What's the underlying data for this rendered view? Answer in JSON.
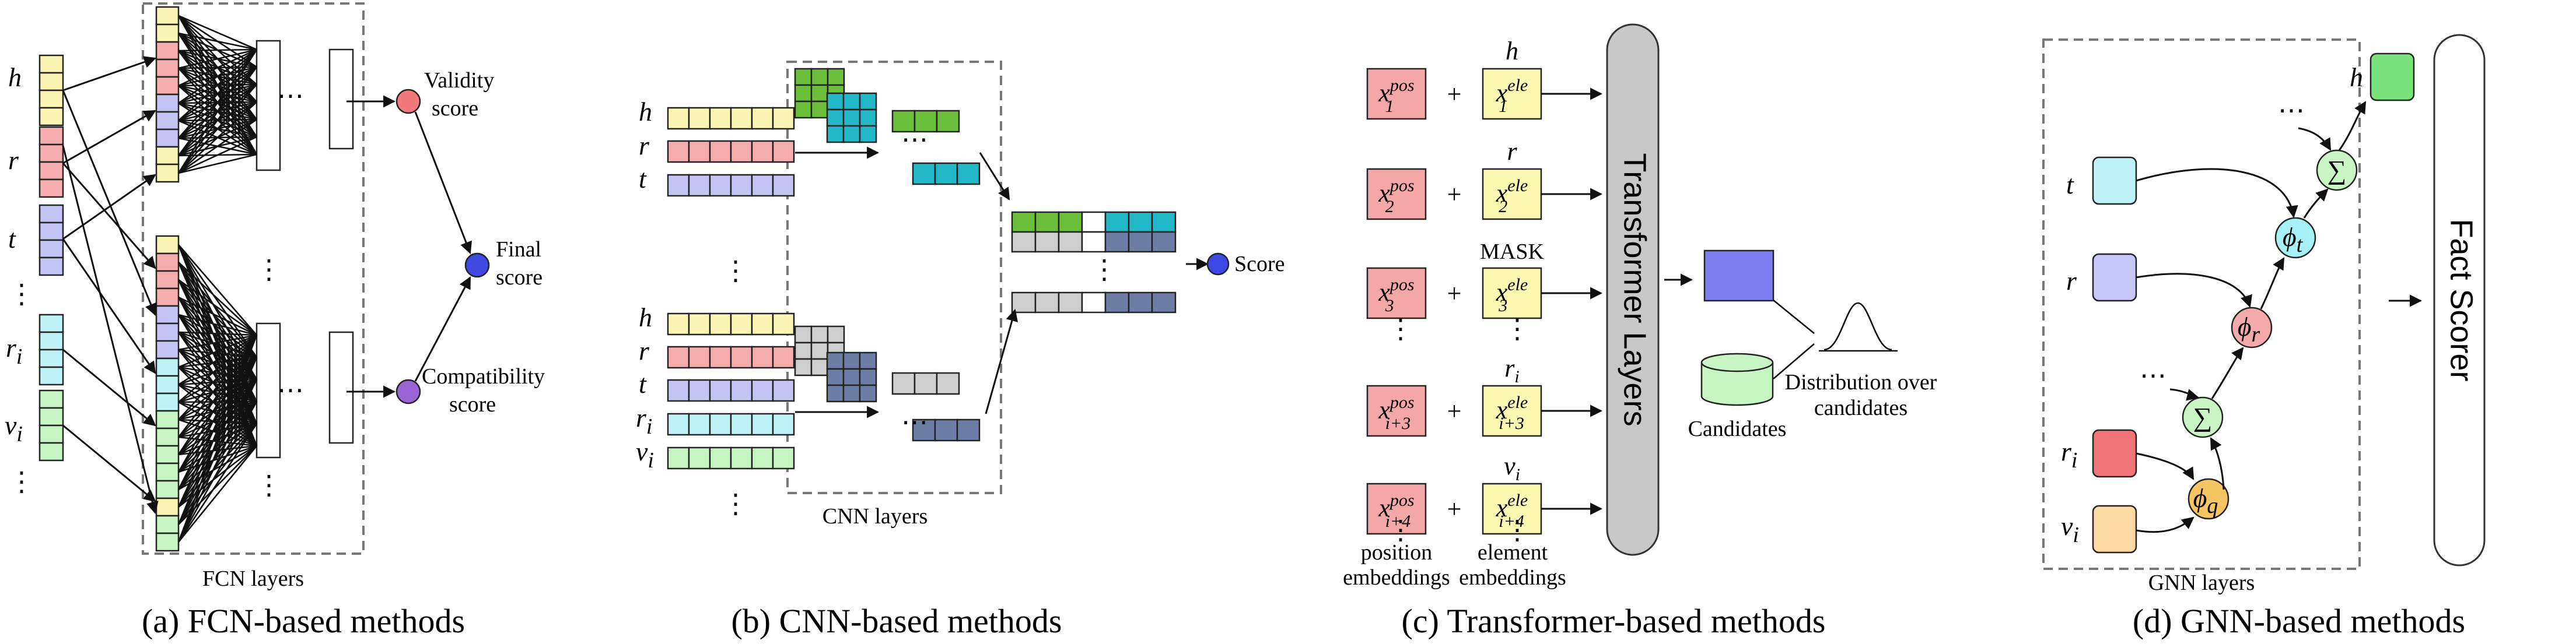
{
  "colors": {
    "yellow": "#faf5b2",
    "red": "#f4acac",
    "blue": "#c4c4f4",
    "cyan": "#bff2f6",
    "green": "#c6f4c2",
    "darkgreen": "#6cbf3a",
    "teal": "#22b8c8",
    "gray": "#cfcfcf",
    "slate": "#6d7ea6",
    "maskblue": "#7b7ff0",
    "posred": "#f4a7a7",
    "eleyellow": "#fbf6b0",
    "transformer": "#c8c8c8",
    "validity": "#f27a7a",
    "final": "#3d49e0",
    "compat": "#9a63d6",
    "phi_cyan": "#a6f1f5",
    "phi_red": "#f4aaaa",
    "phi_orange": "#f5c463",
    "sum_green": "#c9f5c5",
    "h_green": "#7be37b",
    "t_cyan": "#bdf3f8",
    "r_blue": "#c8c6f8",
    "ri_red": "#f07478",
    "vi_orange": "#fbd7a2"
  },
  "panel_a": {
    "inputs": [
      "h",
      "r",
      "t",
      "r",
      "v"
    ],
    "input_subs": [
      "",
      "",
      "",
      "i",
      "i"
    ],
    "vdots": "⋮",
    "hdots": "⋯",
    "layer_label": "FCN layers",
    "validity": [
      "Validity",
      "score"
    ],
    "final": [
      "Final",
      "score"
    ],
    "compat": [
      "Compatibility",
      "score"
    ],
    "caption": "(a) FCN-based methods"
  },
  "panel_b": {
    "inputs": [
      "h",
      "r",
      "t"
    ],
    "inputs2": [
      "h",
      "r",
      "t",
      "r",
      "v"
    ],
    "input2_subs": [
      "",
      "",
      "",
      "i",
      "i"
    ],
    "vdots": "⋮",
    "hdots": "⋯",
    "layer_label": "CNN layers",
    "score": "Score",
    "caption": "(b) CNN-based methods"
  },
  "panel_c": {
    "pos_base": "x",
    "pos_sup": "pos",
    "ele_sup": "ele",
    "subs": [
      "1",
      "2",
      "3",
      "i+3",
      "i+4"
    ],
    "above": [
      "h",
      "r",
      "MASK",
      "r",
      "v"
    ],
    "above_subs": [
      "",
      "",
      "",
      "i",
      "i"
    ],
    "plus": "+",
    "vdots": "⋮",
    "transformer": "Transformer Layers",
    "candidates": "Candidates",
    "distribution": [
      "Distribution over",
      "candidates"
    ],
    "pos_label": [
      "position",
      "embeddings"
    ],
    "ele_label": [
      "element",
      "embeddings"
    ],
    "caption": "(c) Transformer-based methods"
  },
  "panel_d": {
    "nodes": [
      "h",
      "t",
      "r",
      "r",
      "v"
    ],
    "node_subs": [
      "",
      "",
      "",
      "i",
      "i"
    ],
    "phi": "ϕ",
    "phi_subs": [
      "t",
      "r",
      "q"
    ],
    "sum": "∑",
    "hdots": "⋯",
    "fact_scorer": "Fact Scorer",
    "layer_label": "GNN layers",
    "caption": "(d) GNN-based methods"
  }
}
